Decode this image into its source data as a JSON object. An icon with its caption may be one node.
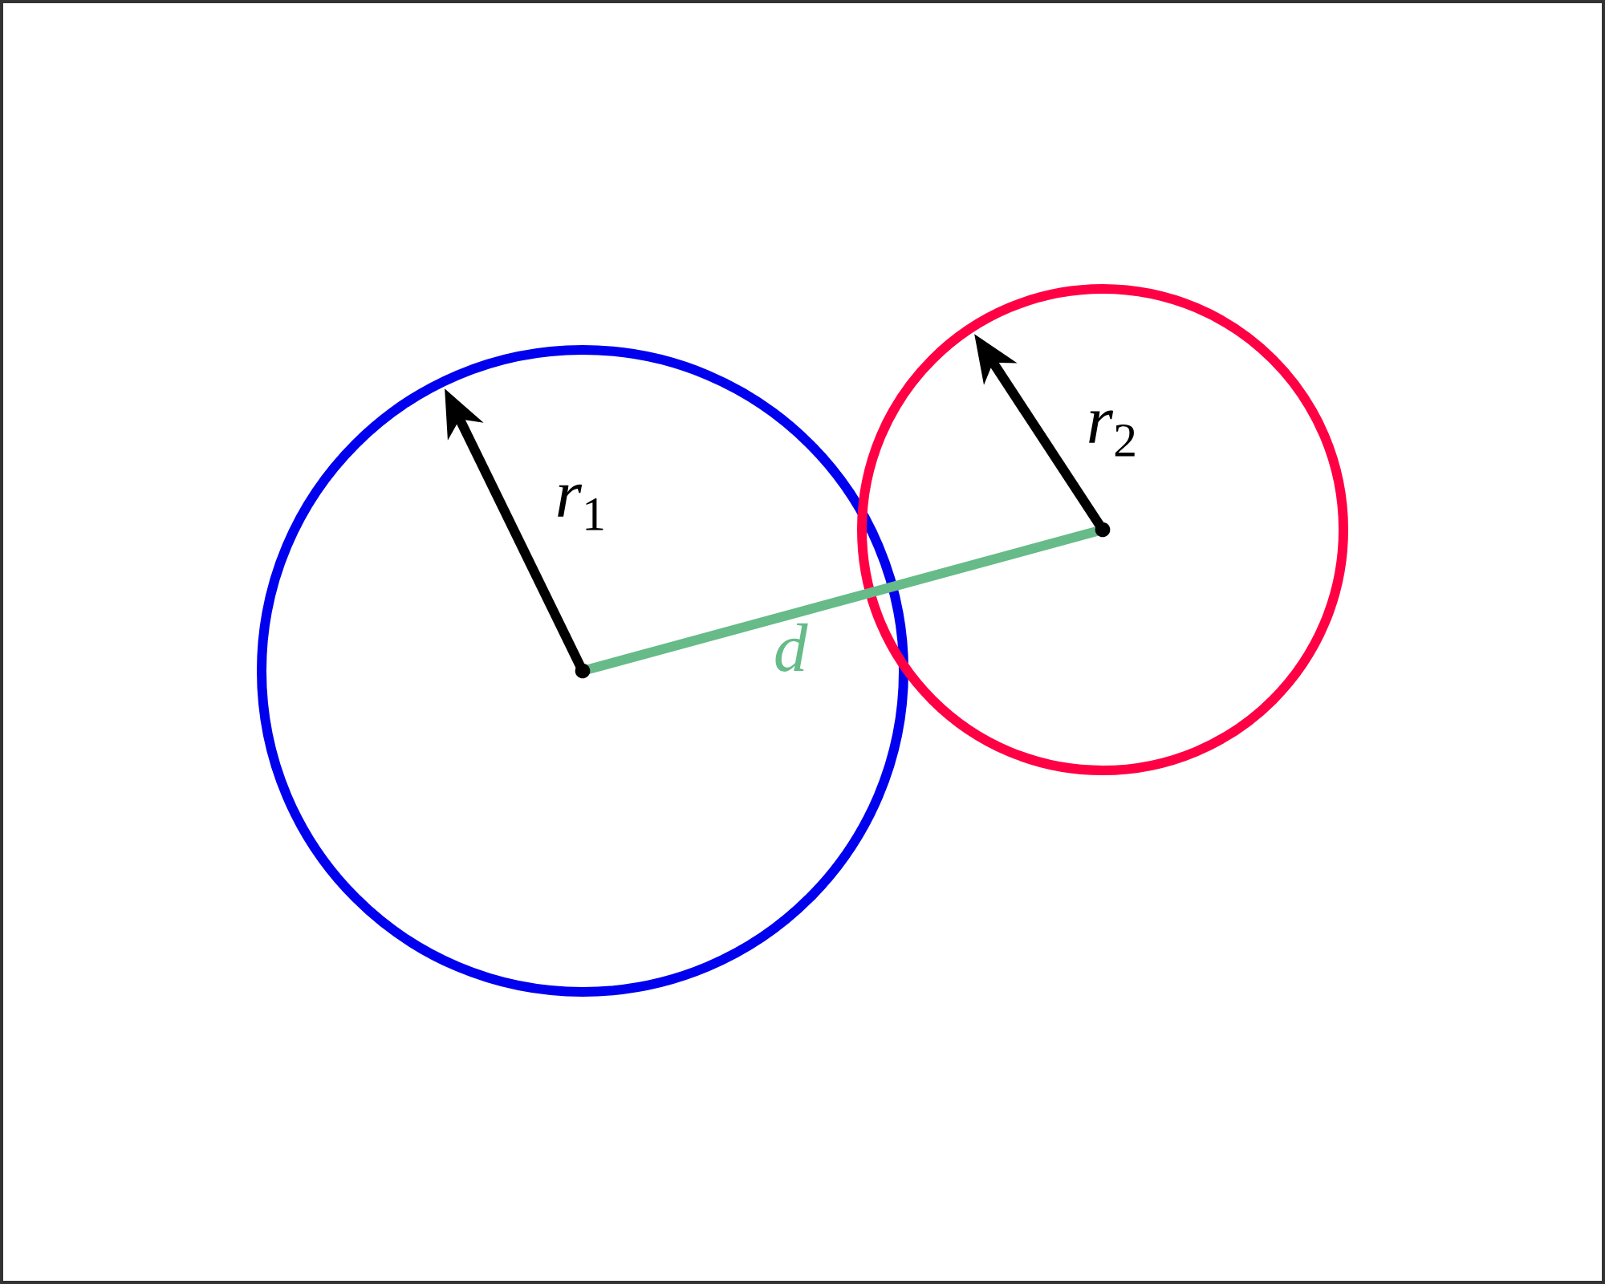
{
  "diagram": {
    "nodes": [
      {
        "text": [],
        "shape": "circle"
      },
      {
        "text": [],
        "shape": "circle"
      }
    ],
    "edges": [
      {
        "from": 0,
        "to": 1,
        "arrow": "none",
        "label": "d",
        "color": "#66bb88"
      }
    ],
    "labels": [
      "*r*$_{1}$",
      "*r*$_{2}$"
    ]
  }
}
